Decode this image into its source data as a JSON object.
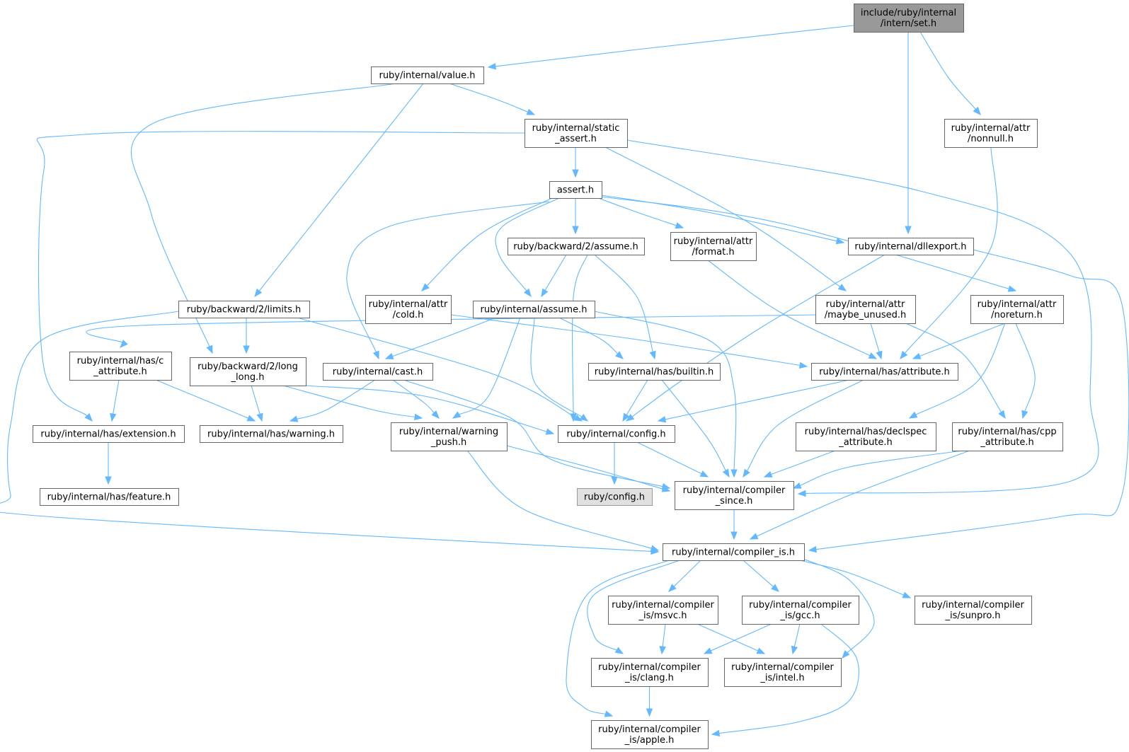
{
  "diagram": {
    "type": "include-dependency-graph",
    "colors": {
      "edge": "#63b8ff",
      "node_border": "#666666",
      "root_fill": "#999999",
      "nolink_fill": "#e0e0e0"
    },
    "nodes": {
      "set_h": {
        "lines": [
          "include/ruby/internal",
          "/intern/set.h"
        ],
        "root": true
      },
      "value_h": {
        "lines": [
          "ruby/internal/value.h"
        ]
      },
      "static_assert_h": {
        "lines": [
          "ruby/internal/static",
          "_assert.h"
        ]
      },
      "attr_nonnull_h": {
        "lines": [
          "ruby/internal/attr",
          "/nonnull.h"
        ]
      },
      "assert_h": {
        "lines": [
          "assert.h"
        ]
      },
      "backward_assume_h": {
        "lines": [
          "ruby/backward/2/assume.h"
        ]
      },
      "attr_format_h": {
        "lines": [
          "ruby/internal/attr",
          "/format.h"
        ]
      },
      "dllexport_h": {
        "lines": [
          "ruby/internal/dllexport.h"
        ]
      },
      "limits_h": {
        "lines": [
          "ruby/backward/2/limits.h"
        ]
      },
      "attr_cold_h": {
        "lines": [
          "ruby/internal/attr",
          "/cold.h"
        ]
      },
      "assume_h": {
        "lines": [
          "ruby/internal/assume.h"
        ]
      },
      "attr_maybe_unused_h": {
        "lines": [
          "ruby/internal/attr",
          "/maybe_unused.h"
        ]
      },
      "attr_noreturn_h": {
        "lines": [
          "ruby/internal/attr",
          "/noreturn.h"
        ]
      },
      "has_c_attribute_h": {
        "lines": [
          "ruby/internal/has/c",
          "_attribute.h"
        ]
      },
      "long_long_h": {
        "lines": [
          "ruby/backward/2/long",
          "_long.h"
        ]
      },
      "cast_h": {
        "lines": [
          "ruby/internal/cast.h"
        ]
      },
      "has_builtin_h": {
        "lines": [
          "ruby/internal/has/builtin.h"
        ]
      },
      "has_attribute_h": {
        "lines": [
          "ruby/internal/has/attribute.h"
        ]
      },
      "has_extension_h": {
        "lines": [
          "ruby/internal/has/extension.h"
        ]
      },
      "has_warning_h": {
        "lines": [
          "ruby/internal/has/warning.h"
        ]
      },
      "warning_push_h": {
        "lines": [
          "ruby/internal/warning",
          "_push.h"
        ]
      },
      "config_h": {
        "lines": [
          "ruby/internal/config.h"
        ]
      },
      "has_declspec_attribute_h": {
        "lines": [
          "ruby/internal/has/declspec",
          "_attribute.h"
        ]
      },
      "has_cpp_attribute_h": {
        "lines": [
          "ruby/internal/has/cpp",
          "_attribute.h"
        ]
      },
      "has_feature_h": {
        "lines": [
          "ruby/internal/has/feature.h"
        ]
      },
      "ruby_config_h": {
        "lines": [
          "ruby/config.h"
        ],
        "nolink": true
      },
      "compiler_since_h": {
        "lines": [
          "ruby/internal/compiler",
          "_since.h"
        ]
      },
      "compiler_is_h": {
        "lines": [
          "ruby/internal/compiler_is.h"
        ]
      },
      "compiler_is_msvc_h": {
        "lines": [
          "ruby/internal/compiler",
          "_is/msvc.h"
        ]
      },
      "compiler_is_gcc_h": {
        "lines": [
          "ruby/internal/compiler",
          "_is/gcc.h"
        ]
      },
      "compiler_is_sunpro_h": {
        "lines": [
          "ruby/internal/compiler",
          "_is/sunpro.h"
        ]
      },
      "compiler_is_clang_h": {
        "lines": [
          "ruby/internal/compiler",
          "_is/clang.h"
        ]
      },
      "compiler_is_intel_h": {
        "lines": [
          "ruby/internal/compiler",
          "_is/intel.h"
        ]
      },
      "compiler_is_apple_h": {
        "lines": [
          "ruby/internal/compiler",
          "_is/apple.h"
        ]
      }
    },
    "edges": [
      [
        "set_h",
        "value_h"
      ],
      [
        "set_h",
        "dllexport_h"
      ],
      [
        "set_h",
        "attr_nonnull_h"
      ],
      [
        "value_h",
        "static_assert_h"
      ],
      [
        "value_h",
        "limits_h"
      ],
      [
        "value_h",
        "long_long_h"
      ],
      [
        "static_assert_h",
        "assert_h"
      ],
      [
        "static_assert_h",
        "has_extension_h"
      ],
      [
        "static_assert_h",
        "attr_maybe_unused_h"
      ],
      [
        "static_assert_h",
        "compiler_since_h"
      ],
      [
        "attr_nonnull_h",
        "has_attribute_h"
      ],
      [
        "assert_h",
        "backward_assume_h"
      ],
      [
        "assert_h",
        "attr_format_h"
      ],
      [
        "assert_h",
        "dllexport_h"
      ],
      [
        "assert_h",
        "attr_cold_h"
      ],
      [
        "assert_h",
        "assume_h"
      ],
      [
        "assert_h",
        "attr_noreturn_h"
      ],
      [
        "assert_h",
        "cast_h"
      ],
      [
        "backward_assume_h",
        "assume_h"
      ],
      [
        "backward_assume_h",
        "has_builtin_h"
      ],
      [
        "backward_assume_h",
        "config_h"
      ],
      [
        "attr_format_h",
        "has_attribute_h"
      ],
      [
        "dllexport_h",
        "config_h"
      ],
      [
        "dllexport_h",
        "compiler_is_h"
      ],
      [
        "limits_h",
        "long_long_h"
      ],
      [
        "limits_h",
        "config_h"
      ],
      [
        "limits_h",
        "compiler_is_h"
      ],
      [
        "attr_cold_h",
        "has_attribute_h"
      ],
      [
        "assume_h",
        "cast_h"
      ],
      [
        "assume_h",
        "has_builtin_h"
      ],
      [
        "assume_h",
        "config_h"
      ],
      [
        "assume_h",
        "warning_push_h"
      ],
      [
        "assume_h",
        "compiler_since_h"
      ],
      [
        "attr_maybe_unused_h",
        "has_attribute_h"
      ],
      [
        "attr_maybe_unused_h",
        "has_c_attribute_h"
      ],
      [
        "attr_maybe_unused_h",
        "has_cpp_attribute_h"
      ],
      [
        "attr_noreturn_h",
        "has_attribute_h"
      ],
      [
        "attr_noreturn_h",
        "has_declspec_attribute_h"
      ],
      [
        "attr_noreturn_h",
        "has_cpp_attribute_h"
      ],
      [
        "has_c_attribute_h",
        "has_extension_h"
      ],
      [
        "has_c_attribute_h",
        "has_warning_h"
      ],
      [
        "long_long_h",
        "has_warning_h"
      ],
      [
        "long_long_h",
        "warning_push_h"
      ],
      [
        "long_long_h",
        "config_h"
      ],
      [
        "cast_h",
        "has_warning_h"
      ],
      [
        "cast_h",
        "warning_push_h"
      ],
      [
        "cast_h",
        "compiler_since_h"
      ],
      [
        "has_builtin_h",
        "config_h"
      ],
      [
        "has_builtin_h",
        "compiler_since_h"
      ],
      [
        "has_attribute_h",
        "config_h"
      ],
      [
        "has_attribute_h",
        "compiler_since_h"
      ],
      [
        "has_extension_h",
        "has_feature_h"
      ],
      [
        "warning_push_h",
        "compiler_since_h"
      ],
      [
        "warning_push_h",
        "compiler_is_h"
      ],
      [
        "config_h",
        "ruby_config_h"
      ],
      [
        "config_h",
        "compiler_since_h"
      ],
      [
        "has_declspec_attribute_h",
        "compiler_since_h"
      ],
      [
        "has_cpp_attribute_h",
        "compiler_since_h"
      ],
      [
        "has_cpp_attribute_h",
        "compiler_is_h"
      ],
      [
        "compiler_since_h",
        "compiler_is_h"
      ],
      [
        "compiler_is_h",
        "compiler_is_msvc_h"
      ],
      [
        "compiler_is_h",
        "compiler_is_gcc_h"
      ],
      [
        "compiler_is_h",
        "compiler_is_sunpro_h"
      ],
      [
        "compiler_is_h",
        "compiler_is_clang_h"
      ],
      [
        "compiler_is_h",
        "compiler_is_intel_h"
      ],
      [
        "compiler_is_h",
        "compiler_is_apple_h"
      ],
      [
        "compiler_is_msvc_h",
        "compiler_is_clang_h"
      ],
      [
        "compiler_is_msvc_h",
        "compiler_is_intel_h"
      ],
      [
        "compiler_is_gcc_h",
        "compiler_is_clang_h"
      ],
      [
        "compiler_is_gcc_h",
        "compiler_is_intel_h"
      ],
      [
        "compiler_is_gcc_h",
        "compiler_is_apple_h"
      ],
      [
        "compiler_is_clang_h",
        "compiler_is_apple_h"
      ]
    ]
  }
}
